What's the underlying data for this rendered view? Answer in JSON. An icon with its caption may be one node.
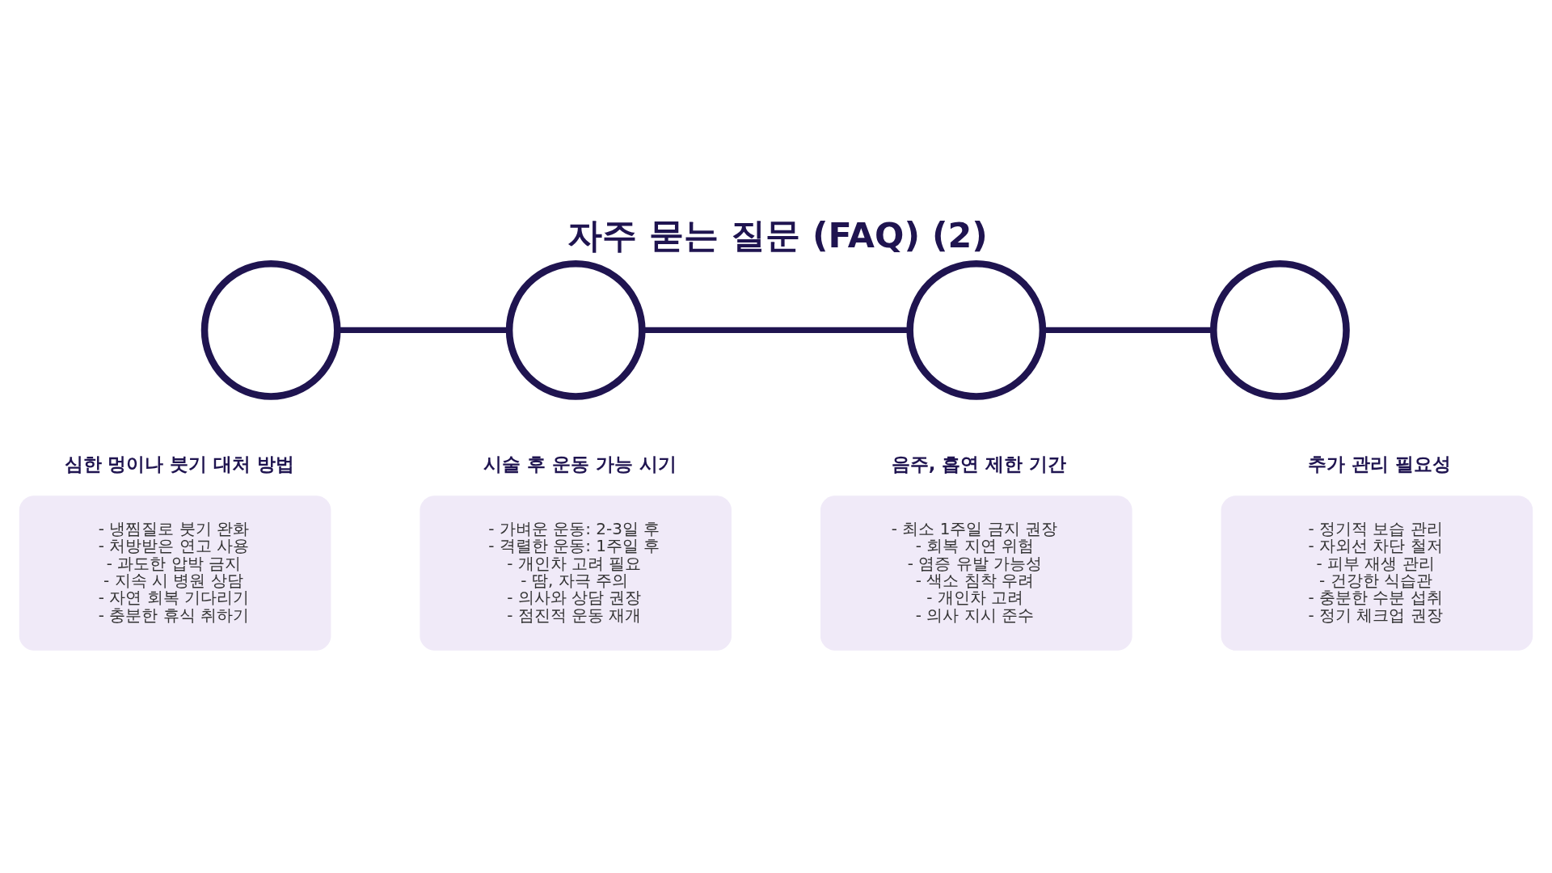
{
  "diagram": {
    "title": "자주 묻는 질문 (FAQ) (2)",
    "nodes": [
      {
        "text": [],
        "shape": "circle"
      },
      {
        "text": [],
        "shape": "circle"
      },
      {
        "text": [],
        "shape": "circle"
      },
      {
        "text": [],
        "shape": "circle"
      },
      {
        "text": [
          "심한 멍이나 붓기 대처 방법",
          "- 냉찜질로 붓기 완화",
          "- 처방받은 연고 사용",
          "- 과도한 압박 금지",
          "- 지속 시 병원 상담",
          "- 자연 회복 기다리기",
          "- 충분한 휴식 취하기"
        ]
      },
      {
        "text": [
          "시술 후 운동 가능 시기",
          "- 가벼운 운동: 2-3일 후",
          "- 격렬한 운동: 1주일 후",
          "- 개인차 고려 필요",
          "- 땀, 자극 주의",
          "- 의사와 상담 권장",
          "- 점진적 운동 재개"
        ]
      },
      {
        "text": [
          "음주, 흡연 제한 기간",
          "- 최소 1주일 금지 권장",
          "- 회복 지연 위험",
          "- 염증 유발 가능성",
          "- 색소 침착 우려",
          "- 개인차 고려",
          "- 의사 지시 준수"
        ]
      },
      {
        "text": [
          "추가 관리 필요성",
          "- 정기적 보습 관리",
          "- 자외선 차단 철저",
          "- 피부 재생 관리",
          "- 건강한 식습관",
          "- 충분한 수분 섭취",
          "- 정기 체크업 권장"
        ]
      }
    ],
    "edges": [
      {
        "from": 0,
        "to": 1,
        "arrow": "none"
      },
      {
        "from": 1,
        "to": 2,
        "arrow": "none"
      },
      {
        "from": 2,
        "to": 3,
        "arrow": "none"
      }
    ]
  }
}
